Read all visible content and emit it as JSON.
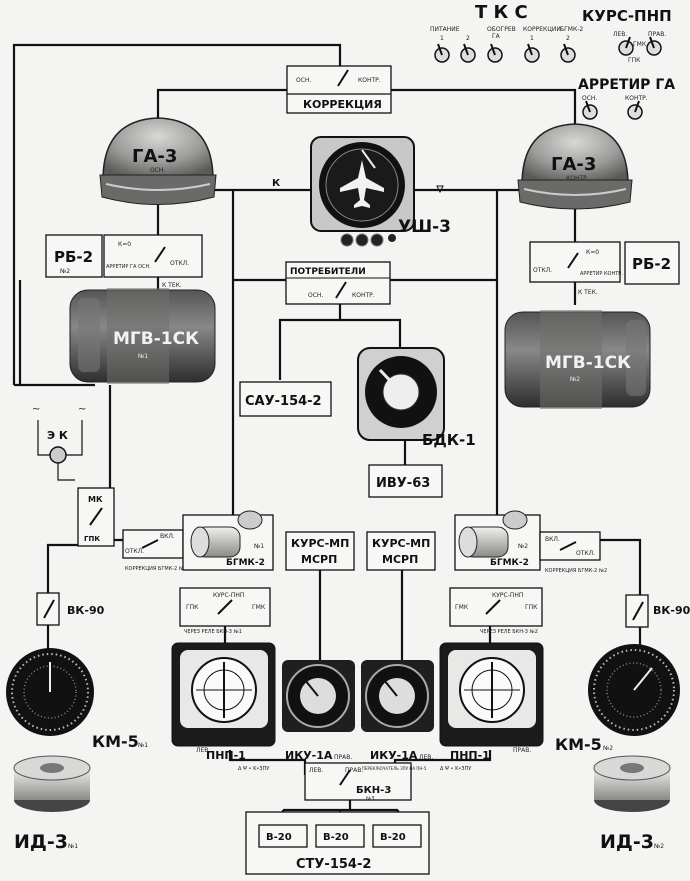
{
  "header": {
    "tks": "Т К С",
    "kurs_pnp": "КУРС-ПНП",
    "pitanie": "ПИТАНИЕ",
    "obogrev": "ОБОГРЕВ",
    "ga": "ГА",
    "korrekcii": "КОРРЕКЦИИ",
    "bgmk2": "БГМК-2",
    "n1": "1",
    "n2": "2",
    "lev": "ЛЕВ.",
    "prav": "ПРАВ.",
    "gmk": "ГМК",
    "gpk": "ГПК",
    "arretir_ga": "АРРЕТИР ГА",
    "osn": "ОСН.",
    "kontr": "КОНТР."
  },
  "korrekcia": {
    "label": "КОРРЕКЦИЯ",
    "osn": "ОСН.",
    "kontr": "КОНТР."
  },
  "ga3_left": {
    "label": "ГА-3",
    "sub": "ОСН."
  },
  "ga3_right": {
    "label": "ГА-3",
    "sub": "КОНТР."
  },
  "k_mark": "К",
  "ush3": "УШ-3",
  "rb2_left": {
    "label": "РБ-2",
    "num": "№2"
  },
  "rb2_right": {
    "label": "РБ-2"
  },
  "switch_left": {
    "k0": "К=0",
    "arretir": "АРРЕТИР ГА ОСН.",
    "otkl": "ОТКЛ."
  },
  "switch_right": {
    "k0": "К=0",
    "arretir": "АРРЕТИР КОНТР.",
    "otkl": "ОТКЛ."
  },
  "k_tek": "К ТЕК.",
  "potrebiteli": {
    "label": "ПОТРЕБИТЕЛИ",
    "osn": "ОСН.",
    "kontr": "КОНТР."
  },
  "mgv_left": {
    "label": "МГВ-1СК",
    "num": "№1"
  },
  "mgv_right": {
    "label": "МГВ-1СК",
    "num": "№2"
  },
  "sau": "САУ-154-2",
  "bdk": "БДК-1",
  "ivu": "ИВУ-63",
  "ek": "Э К",
  "mk_box": {
    "mk": "МК",
    "gpk": "ГПК"
  },
  "korr_left": {
    "vkl": "ВКЛ.",
    "otkl": "ОТКЛ.",
    "caption": "КОРРЕКЦИЯ БГМК-2 №1"
  },
  "korr_right": {
    "vkl": "ВКЛ.",
    "otkl": "ОТКЛ.",
    "caption": "КОРРЕКЦИЯ БГМК-2 №2"
  },
  "bgmk_left": {
    "label": "БГМК-2",
    "num": "№1"
  },
  "bgmk_right": {
    "label": "БГМК-2",
    "num": "№2"
  },
  "kurs_mp_left": {
    "line1": "КУРС-МП",
    "line2": "МСРП"
  },
  "kurs_mp_right": {
    "line1": "КУРС-МП",
    "line2": "МСРП"
  },
  "vk90_left": "ВК-90",
  "vk90_right": "ВК-90",
  "sel_left": {
    "gpk": "ГПК",
    "kurs": "КУРС-ПНП",
    "gmk": "ГМК",
    "note": "ЧЕРЕЗ РЕЛЕ БКН-3 №1"
  },
  "sel_right": {
    "gmk": "ГМК",
    "kurs": "КУРС-ПНП",
    "gpk": "ГПК",
    "note": "ЧЕРЕЗ РЕЛЕ БКН-3 №2"
  },
  "km5_left": {
    "label": "КМ-5",
    "num": "№1"
  },
  "km5_right": {
    "label": "КМ-5",
    "num": "№2"
  },
  "pnp_left": {
    "label": "ПНП-1",
    "side": "ЛЕВ."
  },
  "pnp_right": {
    "label": "ПНП-1",
    "side": "ПРАВ."
  },
  "iku_left": {
    "label": "ИКУ-1А",
    "side": "ПРАВ."
  },
  "iku_right": {
    "label": "ИКУ-1А",
    "side": "ЛЕВ."
  },
  "bkn": {
    "label": "БКН-3",
    "num": "№3",
    "lev": "ЛЕВ.",
    "prav": "ПРАВ.",
    "note_left": "Δ Ψ • Κ•ЗПУ",
    "note_mid": "ПЕРЕКЛЮЧАТЕЛЬ ЗПУ НА ПН-5",
    "note_right": "Δ Ψ • Κ•ЗПУ"
  },
  "id3_left": {
    "label": "ИД-3",
    "num": "№1"
  },
  "id3_right": {
    "label": "ИД-3",
    "num": "№2"
  },
  "stu": {
    "label": "СТУ-154-2",
    "v20": [
      "В-20",
      "В-20",
      "В-20"
    ]
  }
}
